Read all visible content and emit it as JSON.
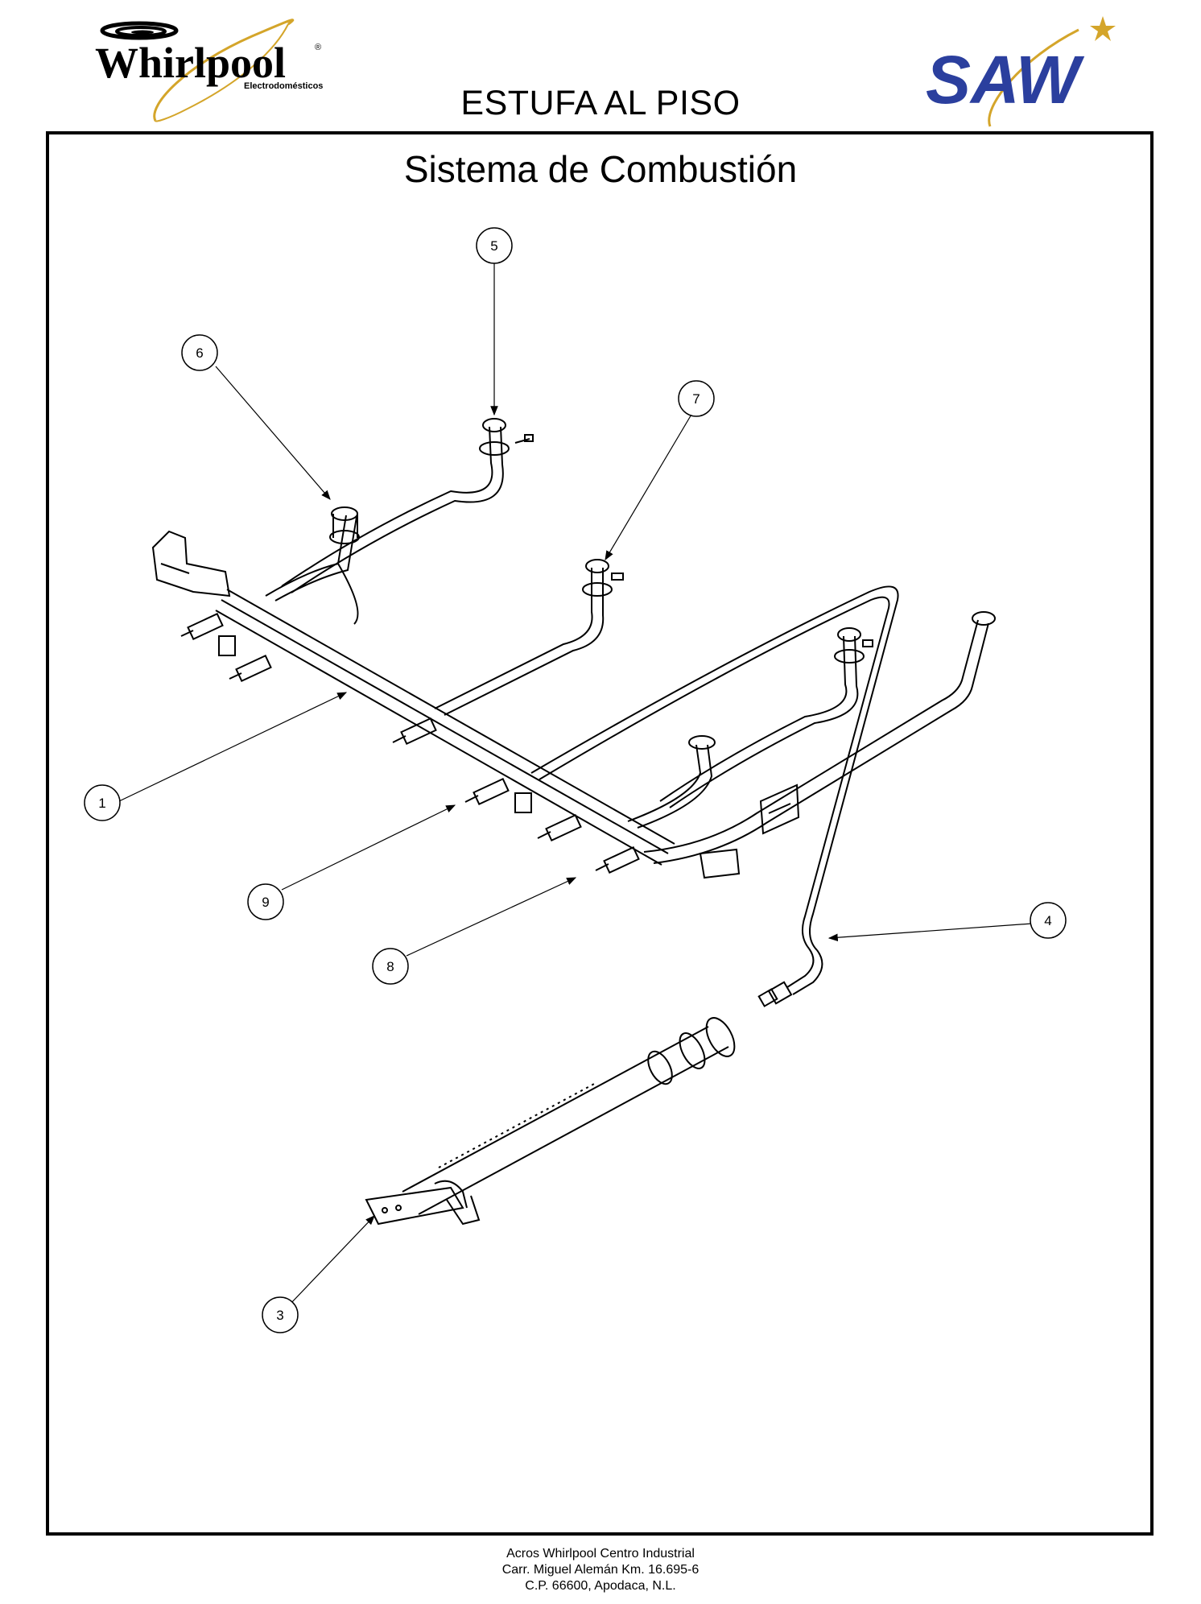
{
  "header": {
    "brand_left": {
      "name": "Whirlpool",
      "registered_mark": "®",
      "tagline": "Electrodomésticos",
      "icon": "whirlpool-swirl-logo"
    },
    "brand_right": {
      "name": "SAW",
      "icon": "saw-star-logo",
      "color": "#2b3f9e"
    },
    "document_title": "ESTUFA AL PISO"
  },
  "section": {
    "title": "Sistema de Combustión"
  },
  "callouts": [
    {
      "number": "1"
    },
    {
      "number": "3"
    },
    {
      "number": "4"
    },
    {
      "number": "5"
    },
    {
      "number": "6"
    },
    {
      "number": "7"
    },
    {
      "number": "8"
    },
    {
      "number": "9"
    }
  ],
  "footer": {
    "line1": "Acros Whirlpool Centro Industrial",
    "line2": "Carr. Miguel Alemán Km. 16.695-6",
    "line3": "C.P. 66600, Apodaca, N.L."
  },
  "colors": {
    "line": "#000000",
    "saw_blue": "#2b3f9e",
    "gold": "#d4a52a"
  }
}
